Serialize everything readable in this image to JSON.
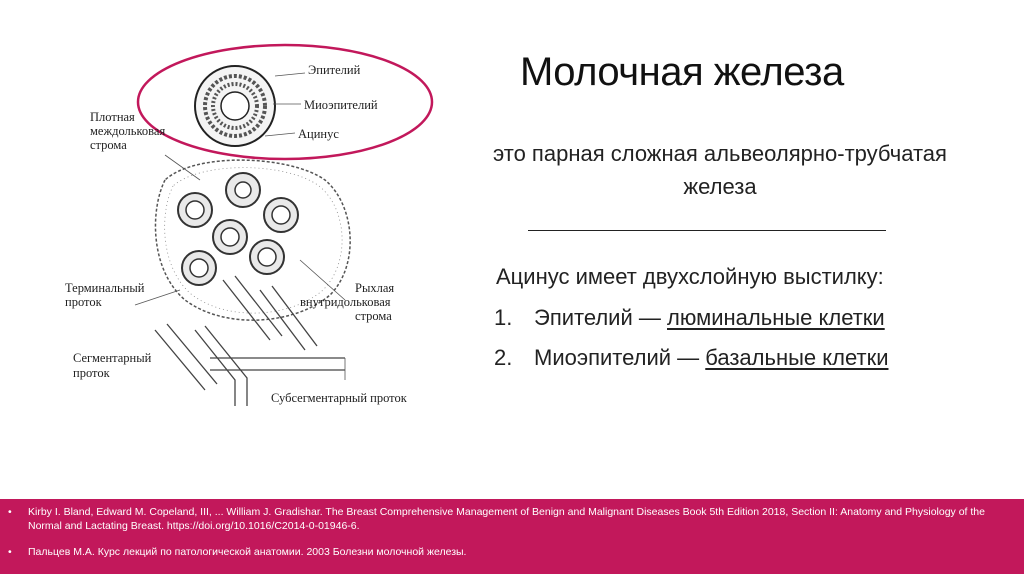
{
  "slide": {
    "title": "Молочная железа",
    "definition": "это парная сложная альвеолярно-трубчатая железа",
    "acinus_intro": "Ацинус имеет двухслойную выстилку:",
    "list": [
      {
        "num": "1.",
        "prefix": "Эпителий — ",
        "underlined": "люминальные клетки"
      },
      {
        "num": "2.",
        "prefix": "Миоэпителий — ",
        "underlined": "базальные клетки"
      }
    ]
  },
  "figure": {
    "labels": {
      "epithelium": "Эпителий",
      "myoepithelium": "Миоэпителий",
      "acinus": "Ацинус",
      "dense_stroma_1": "Плотная",
      "dense_stroma_2": "междольковая",
      "dense_stroma_3": "строма",
      "terminal_duct_1": "Терминальный",
      "terminal_duct_2": "проток",
      "loose_stroma_1": "Рыхлая",
      "loose_stroma_2": "внутридольковая",
      "loose_stroma_3": "строма",
      "segmental_duct_1": "Сегментарный",
      "segmental_duct_2": "проток",
      "subsegmental_duct": "Субсегментарный проток"
    },
    "highlight_color": "#c2185b"
  },
  "references": [
    {
      "bullet": "•",
      "text": "Kirby I. Bland, Edward M. Copeland, III, ... William J. Gradishar. The Breast Comprehensive Management of Benign and Malignant Diseases Book 5th Edition 2018, Section II: Anatomy and Physiology of the Normal and Lactating Breast. https://doi.org/10.1016/C2014-0-01946-6."
    },
    {
      "bullet": "•",
      "text": "Пальцев М.А. Курс лекций по патологической анатомии. 2003 Болезни молочной железы."
    }
  ],
  "colors": {
    "accent": "#c2185b",
    "text": "#222222"
  }
}
